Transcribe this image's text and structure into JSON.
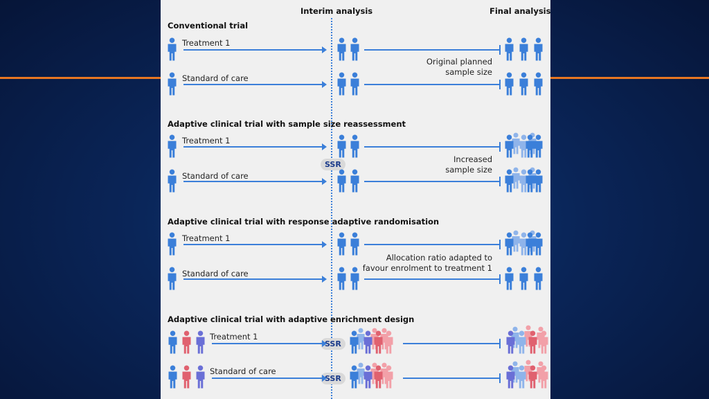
{
  "colors": {
    "blue": "#3b7fd9",
    "pale_blue": "#8fb4ea",
    "purple": "#6a6fd6",
    "red": "#e0616f",
    "pale_red": "#f2a0a8",
    "accent": "#e87722"
  },
  "headers": {
    "interim": "Interim analysis",
    "final": "Final analysis"
  },
  "sections": [
    {
      "title": "Conventional trial",
      "row1": "Treatment 1",
      "row2": "Standard of care",
      "note": "Original planned\nsample size",
      "ssr": ""
    },
    {
      "title": "Adaptive clinical trial with sample size reassessment",
      "row1": "Treatment 1",
      "row2": "Standard of care",
      "note": "Increased\nsample size",
      "ssr": "SSR"
    },
    {
      "title": "Adaptive clinical trial with response adaptive randomisation",
      "row1": "Treatment 1",
      "row2": "Standard of care",
      "note": "Allocation ratio adapted to\nfavour enrolment to treatment 1",
      "ssr": ""
    },
    {
      "title": "Adaptive clinical trial with adaptive enrichment design",
      "row1": "Treatment 1",
      "row2": "Standard of care",
      "note": "",
      "ssr": "SSR"
    }
  ]
}
